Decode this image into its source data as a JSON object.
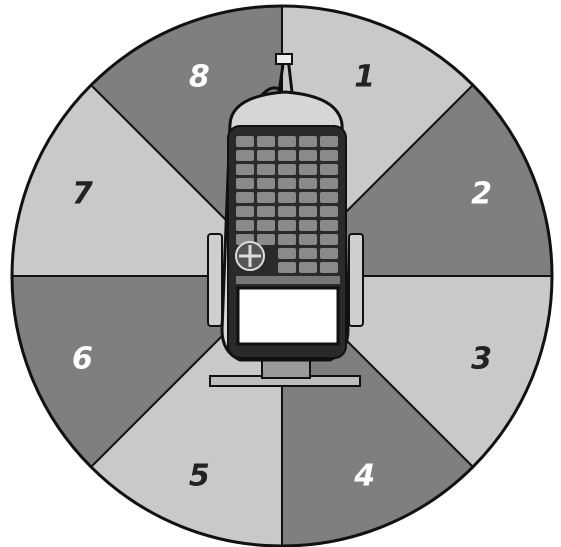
{
  "wheel": {
    "sectors": [
      {
        "label": "1",
        "shade": "light"
      },
      {
        "label": "2",
        "shade": "dark"
      },
      {
        "label": "3",
        "shade": "light"
      },
      {
        "label": "4",
        "shade": "dark"
      },
      {
        "label": "5",
        "shade": "light"
      },
      {
        "label": "6",
        "shade": "dark"
      },
      {
        "label": "7",
        "shade": "light"
      },
      {
        "label": "8",
        "shade": "dark"
      }
    ]
  },
  "colors": {
    "light_sector": "#c9c9c9",
    "dark_sector": "#7f7f7f",
    "outline": "#111111",
    "label_on_light": "#222222",
    "label_on_dark": "#ffffff",
    "device_body": "#cfcfcf",
    "device_face": "#2a2a2a",
    "key": "#8a8a8a",
    "screen": "#ffffff"
  },
  "device": {
    "name": "robot-with-calculator-icon"
  }
}
